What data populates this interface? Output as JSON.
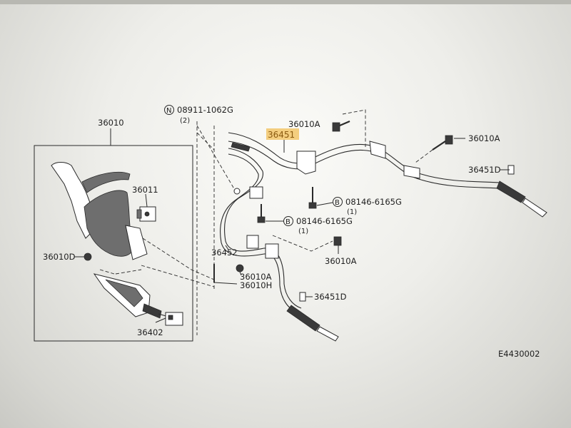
{
  "diagram": {
    "labels": {
      "p36010": "36010",
      "p36011": "36011",
      "p36010D_left": "36010D",
      "p36402": "36402",
      "p08911": "08911-1062G",
      "p08911_qty": "(2)",
      "p08911_marker": "N",
      "p36451": "36451",
      "p36010A_top": "36010A",
      "p36010A_right": "36010A",
      "p36451D_top": "36451D",
      "p08146_a": "08146-6165G",
      "p08146_a_qty": "(1)",
      "p08146_b": "08146-6165G",
      "p08146_b_qty": "(1)",
      "bolt_marker": "B",
      "p36452": "36452",
      "p36010A_mid": "36010A",
      "p36010A_low": "36010A",
      "p36010H": "36010H",
      "p36451D_low": "36451D",
      "figure_code": "E4430002"
    },
    "highlight_color": "#f2c66a"
  }
}
